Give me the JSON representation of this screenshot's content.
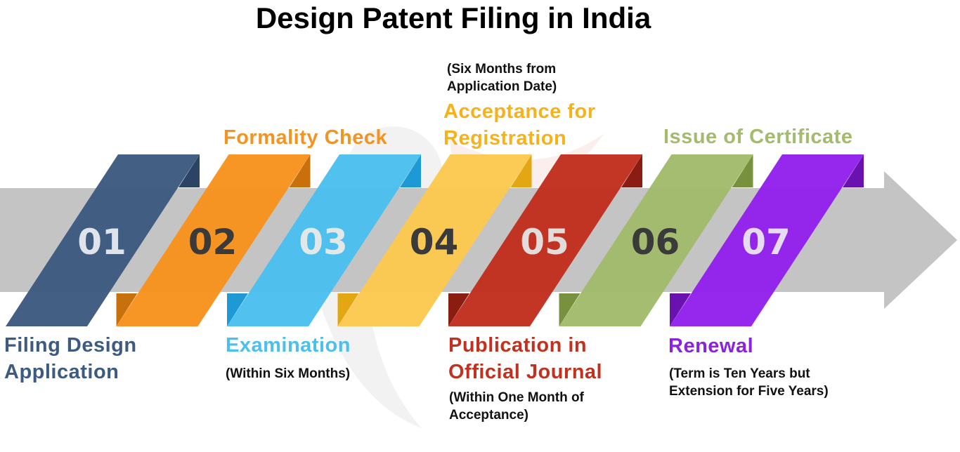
{
  "title": "Design Patent Filing in India",
  "steps": [
    {
      "number": "01",
      "color": "#3d5a80",
      "dark": "#2b4466",
      "number_color": "#dfe3ea",
      "label": [
        "Filing Design",
        "Application"
      ],
      "label_color": "#3d5a80",
      "note": []
    },
    {
      "number": "02",
      "color": "#f7931e",
      "dark": "#c8700c",
      "number_color": "#3a3a3a",
      "label": [
        "Formality Check"
      ],
      "label_color": "#f39322",
      "note": []
    },
    {
      "number": "03",
      "color": "#4bbfee",
      "dark": "#1d9ad6",
      "number_color": "#e2e8ea",
      "label": [
        "Examination"
      ],
      "label_color": "#4bbfee",
      "note": [
        "(Within Six Months)"
      ]
    },
    {
      "number": "04",
      "color": "#fcc94f",
      "dark": "#e3a713",
      "number_color": "#3a3a3a",
      "label": [
        "Acceptance for",
        "Registration"
      ],
      "label_color": "#f7b21b",
      "note": [
        "(Six Months from",
        "Application Date)"
      ]
    },
    {
      "number": "05",
      "color": "#c12f1f",
      "dark": "#8a1c12",
      "number_color": "#e2dcda",
      "label": [
        "Publication in",
        "Official Journal"
      ],
      "label_color": "#c0321f",
      "note": [
        "(Within One Month of",
        "Acceptance)"
      ]
    },
    {
      "number": "06",
      "color": "#a2bb6c",
      "dark": "#77913f",
      "number_color": "#3a3a3a",
      "label": [
        "Issue of Certificate"
      ],
      "label_color": "#a2bb6c",
      "note": []
    },
    {
      "number": "07",
      "color": "#9320ec",
      "dark": "#6a12b0",
      "number_color": "#e6dcf2",
      "label": [
        "Renewal"
      ],
      "label_color": "#8b22e0",
      "note": [
        "(Term is Ten Years but",
        "Extension for  Five Years)"
      ]
    }
  ],
  "arrow_color": "#c4c4c4"
}
